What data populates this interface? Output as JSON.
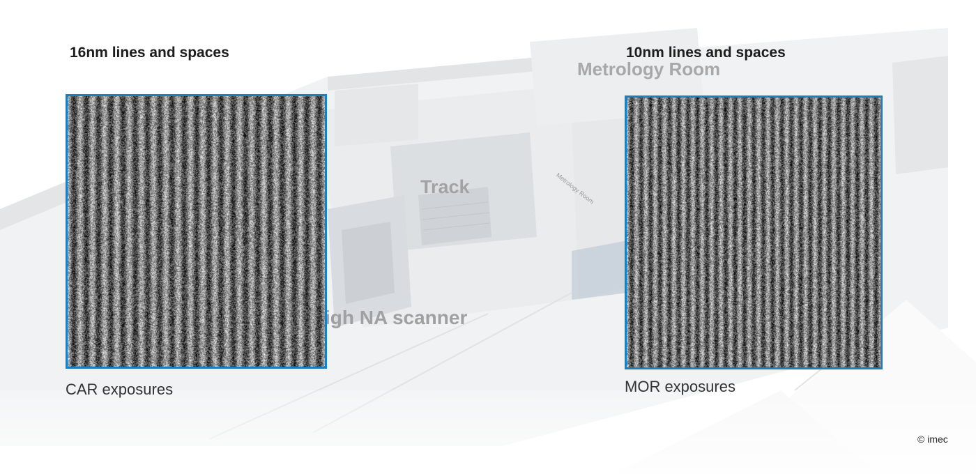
{
  "background": {
    "labels": {
      "metrology_room": "Metrology Room",
      "track": "Track",
      "high_na_scanner": "igh NA scanner",
      "metrology_room_small": "Metrology Room"
    }
  },
  "panels": {
    "left": {
      "title": "16nm lines and spaces",
      "caption": "CAR exposures",
      "line_count": 21
    },
    "right": {
      "title": "10nm lines and spaces",
      "caption": "MOR exposures",
      "line_count": 27
    }
  },
  "frame_color": "#1a7fbf",
  "copyright": "© imec"
}
